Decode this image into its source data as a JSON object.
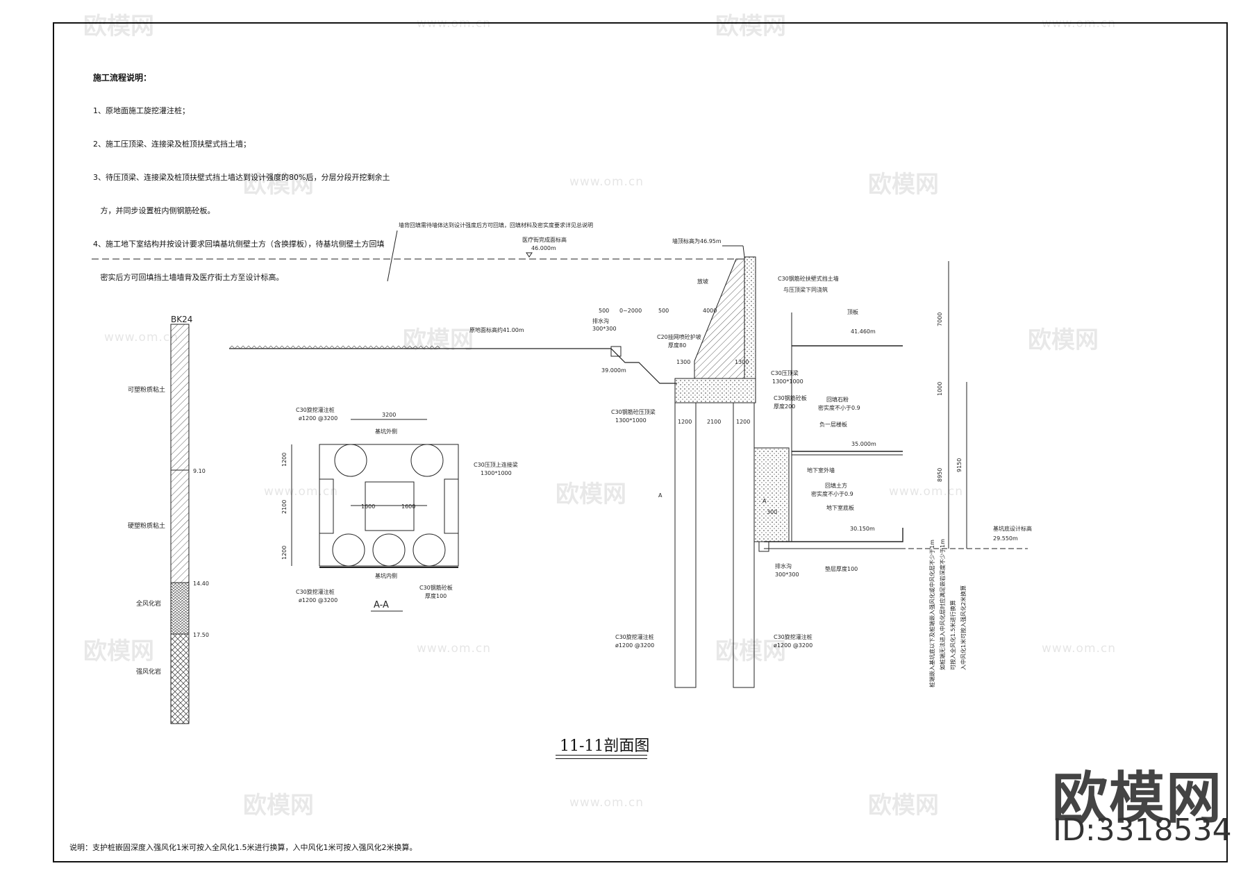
{
  "notes": {
    "title": "施工流程说明：",
    "lines": [
      "1、原地面施工旋挖灌注桩；",
      "2、施工压顶梁、连接梁及桩顶扶壁式挡土墙；",
      "3、待压顶梁、连接梁及桩顶扶壁式挡土墙达到设计强度的80%后，分层分段开挖剩余土",
      "   方，并同步设置桩内侧钢筋砼板。",
      "4、施工地下室结构并按设计要求回填基坑侧壁土方（含换撑板），待基坑侧壁土方回填",
      "   密实后方可回填挡土墙墙背及医疗街土方至设计标高。"
    ]
  },
  "borehole": {
    "id": "BK24",
    "layers": [
      "可塑粉质粘土",
      "硬塑粉质粘土",
      "全风化岩",
      "强风化岩"
    ],
    "depths": [
      "9.10",
      "14.40",
      "17.50"
    ]
  },
  "labels": {
    "wall_top": "墙顶标高为46.95m",
    "backfill_note": "墙背回填需待墙体达到设计强度后方可回填，回填材料及密实度要求详见总说明",
    "med_street": "医疗街完成面标高",
    "elev_46": "46.000m",
    "slope_label": "放坡",
    "retain_wall": "C30钢筋砼扶壁式挡土墙",
    "retain_wall2": "与压顶梁下同浇筑",
    "top_plate": "顶板",
    "elev_41": "41.460m",
    "ground_elev": "原地面标高约41.00m",
    "dim_500a": "500",
    "dim_range": "0~2000",
    "dim_500b": "500",
    "dim_4000": "4000",
    "drain_top": "排水沟",
    "drain_top_size": "300*300",
    "slope_protect": "C20挂网喷砼护坡",
    "slope_protect2": "厚度80",
    "dim_0_2000": "0~2000",
    "elev_39": "39.000m",
    "dim_1300a": "1300",
    "dim_1300b": "1300",
    "crown_beam": "C30压顶梁",
    "crown_beam_size": "1300*1000",
    "crown_beam_l": "C30钢筋砼压顶梁",
    "crown_beam_l_size": "1300*1000",
    "dim_1200a": "1200",
    "dim_2100": "2100",
    "dim_1200b": "1200",
    "slab_l": "C30钢筋砼板",
    "slab_l2": "厚度200",
    "backfill_gravel": "回填石粉",
    "compact": "密实度不小于0.9",
    "floor_b1": "负一层楼板",
    "elev_35": "35.000m",
    "basement_wall": "地下室外墙",
    "backfill_soil": "回填土方",
    "compact2": "密实度不小于0.9",
    "floor_bottom": "地下室底板",
    "elev_30": "30.150m",
    "dim_300": "300",
    "drain_bottom": "排水沟",
    "drain_bottom_size": "300*300",
    "cushion": "垫层厚度100",
    "pile_left": "C30旋挖灌注桩",
    "pile_left_size": "ø1200 @3200",
    "pile_right": "C30旋挖灌注桩",
    "pile_right_size": "ø1200 @3200",
    "pit_design": "基坑底设计标高",
    "elev_29": "29.550m",
    "dim_7000": "7000",
    "dim_1000": "1000",
    "dim_8950": "8950",
    "dim_9150": "9150",
    "pile_embed": [
      "桩端嵌入基坑底以下及桩端嵌入强风化或中风化层不少于1m",
      "如桩端无法进入中风化层时应满足嵌岩深度不少于1m",
      "可按入全风化1.5米进行换算",
      "入中风化1米可按入强风化2米换算"
    ],
    "section_mark": "A",
    "aa_pile_top": "C30旋挖灌注桩",
    "aa_pile_top_size": "ø1200 @3200",
    "aa_3200": "3200",
    "aa_outside": "基坑外侧",
    "aa_1200a": "1200",
    "aa_2100": "2100",
    "aa_1200b": "1200",
    "aa_beam": "C30压顶上连接梁",
    "aa_beam_size": "1300*1000",
    "aa_1600a": "1600",
    "aa_1600b": "1600",
    "aa_inside": "基坑内侧",
    "aa_pile_bot": "C30旋挖灌注桩",
    "aa_pile_bot_size": "ø1200 @3200",
    "aa_slab": "C30钢筋砼板",
    "aa_slab_thk": "厚度100",
    "aa_title": "A-A"
  },
  "section_title": "11-11剖面图",
  "bottom_note": "说明：支护桩嵌固深度入强风化1米可按入全风化1.5米进行换算，入中风化1米可按入强风化2米换算。",
  "brand": {
    "name": "欧模网",
    "id": "ID:3318534"
  },
  "watermark": {
    "text": "欧模网",
    "url": "www.om.cn"
  }
}
